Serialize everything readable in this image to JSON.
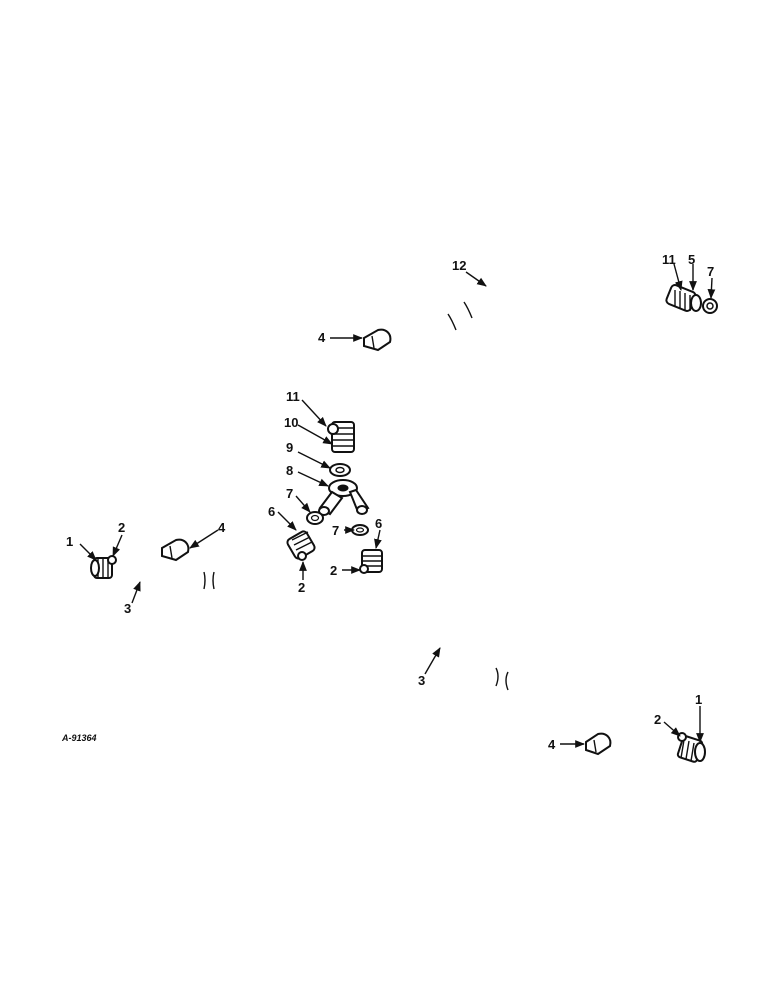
{
  "figure_ref": "A-91364",
  "callouts": {
    "c1_left": "1",
    "c2_left": "2",
    "c3_left": "3",
    "c4_left": "4",
    "c6_left": "6",
    "c2_midleft": "2",
    "c7_left": "7",
    "c8": "8",
    "c9": "9",
    "c10": "10",
    "c11_left": "11",
    "c4_top": "4",
    "c12": "12",
    "c11_right": "11",
    "c5": "5",
    "c7_right": "7",
    "c7_mid": "7",
    "c6_right": "6",
    "c2_right_top": "2",
    "c3_right": "3",
    "c2_right_bottom": "2",
    "c1_right": "1",
    "c4_bottom": "4"
  }
}
